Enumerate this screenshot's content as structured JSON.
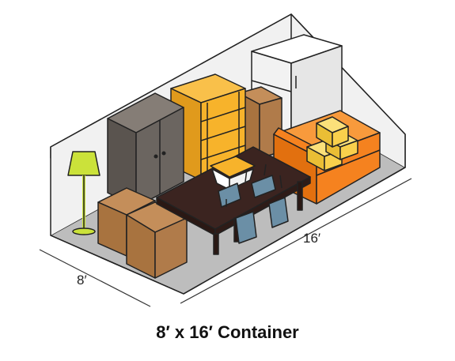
{
  "title": "8′ x 16′ Container",
  "dimensions": {
    "width": "8′",
    "length": "16′"
  },
  "colors": {
    "outline": "#222222",
    "wall": "#f1f1f1",
    "floor": "#bdbdbd",
    "wardrobe": "#6b6560",
    "shelf": "#f7b32b",
    "box": "#b07b4a",
    "fridge": "#f5f5f5",
    "sofa": "#f5821f",
    "cushion_box": "#f9d04c",
    "table": "#3b2420",
    "chair": "#6b8fa6",
    "lamp": "#cbe23a",
    "tub": "#ffffff",
    "tub_lid": "#f7b32b"
  }
}
